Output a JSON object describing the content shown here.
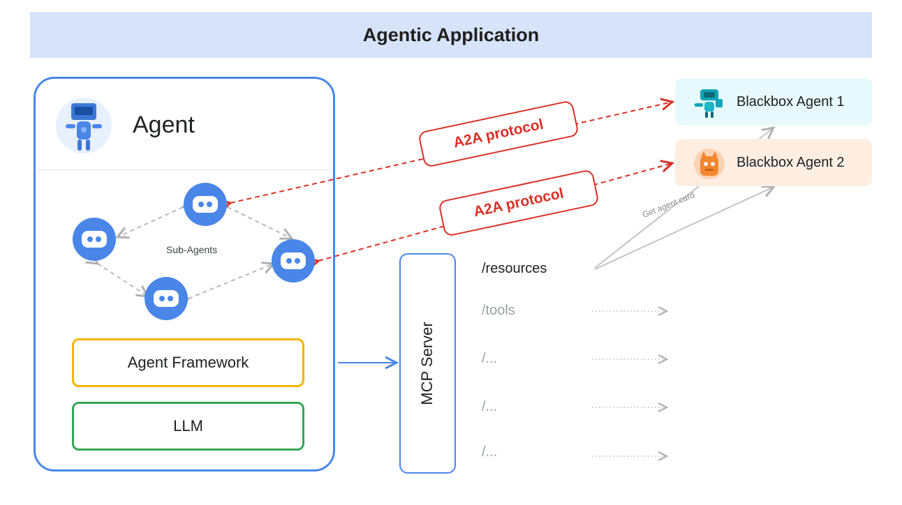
{
  "banner": {
    "title": "Agentic Application"
  },
  "agent": {
    "title": "Agent",
    "sub_agents_label": "Sub-Agents",
    "framework_label": "Agent Framework",
    "llm_label": "LLM"
  },
  "mcp": {
    "label": "MCP Server",
    "routes": [
      "/resources",
      "/tools",
      "/...",
      "/...",
      "/..."
    ]
  },
  "protocols": {
    "top": "A2A protocol",
    "bottom": "A2A protocol"
  },
  "blackbox_agents": {
    "agent1": "Blackbox Agent 1",
    "agent2": "Blackbox Agent 2"
  },
  "get_agent_card": "Get agent card",
  "colors": {
    "banner": "#d6e3fb",
    "agent_border": "#4a86e8",
    "framework_border": "#f4b400",
    "llm_border": "#34a853",
    "protocol": "#d93025",
    "blackbox1_bg": "#e7f9fc",
    "blackbox2_bg": "#feeee2"
  }
}
